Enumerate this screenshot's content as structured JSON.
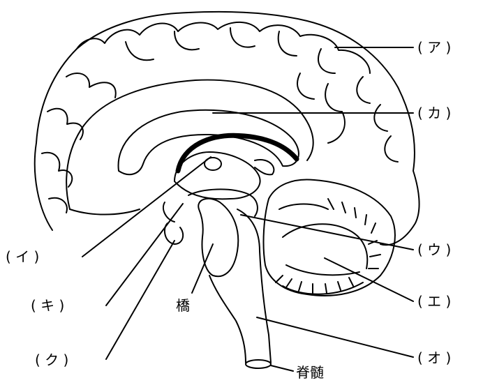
{
  "labels": {
    "a": "( ア )",
    "ka": "( カ )",
    "u": "( ウ )",
    "e": "( エ )",
    "o": "( オ )",
    "i": "( イ )",
    "ki": "( キ )",
    "ku": "( ク )"
  },
  "structures": {
    "pons": "橋",
    "spinal_cord": "脊髄"
  },
  "colors": {
    "ink": "#000000",
    "paper": "#ffffff"
  }
}
